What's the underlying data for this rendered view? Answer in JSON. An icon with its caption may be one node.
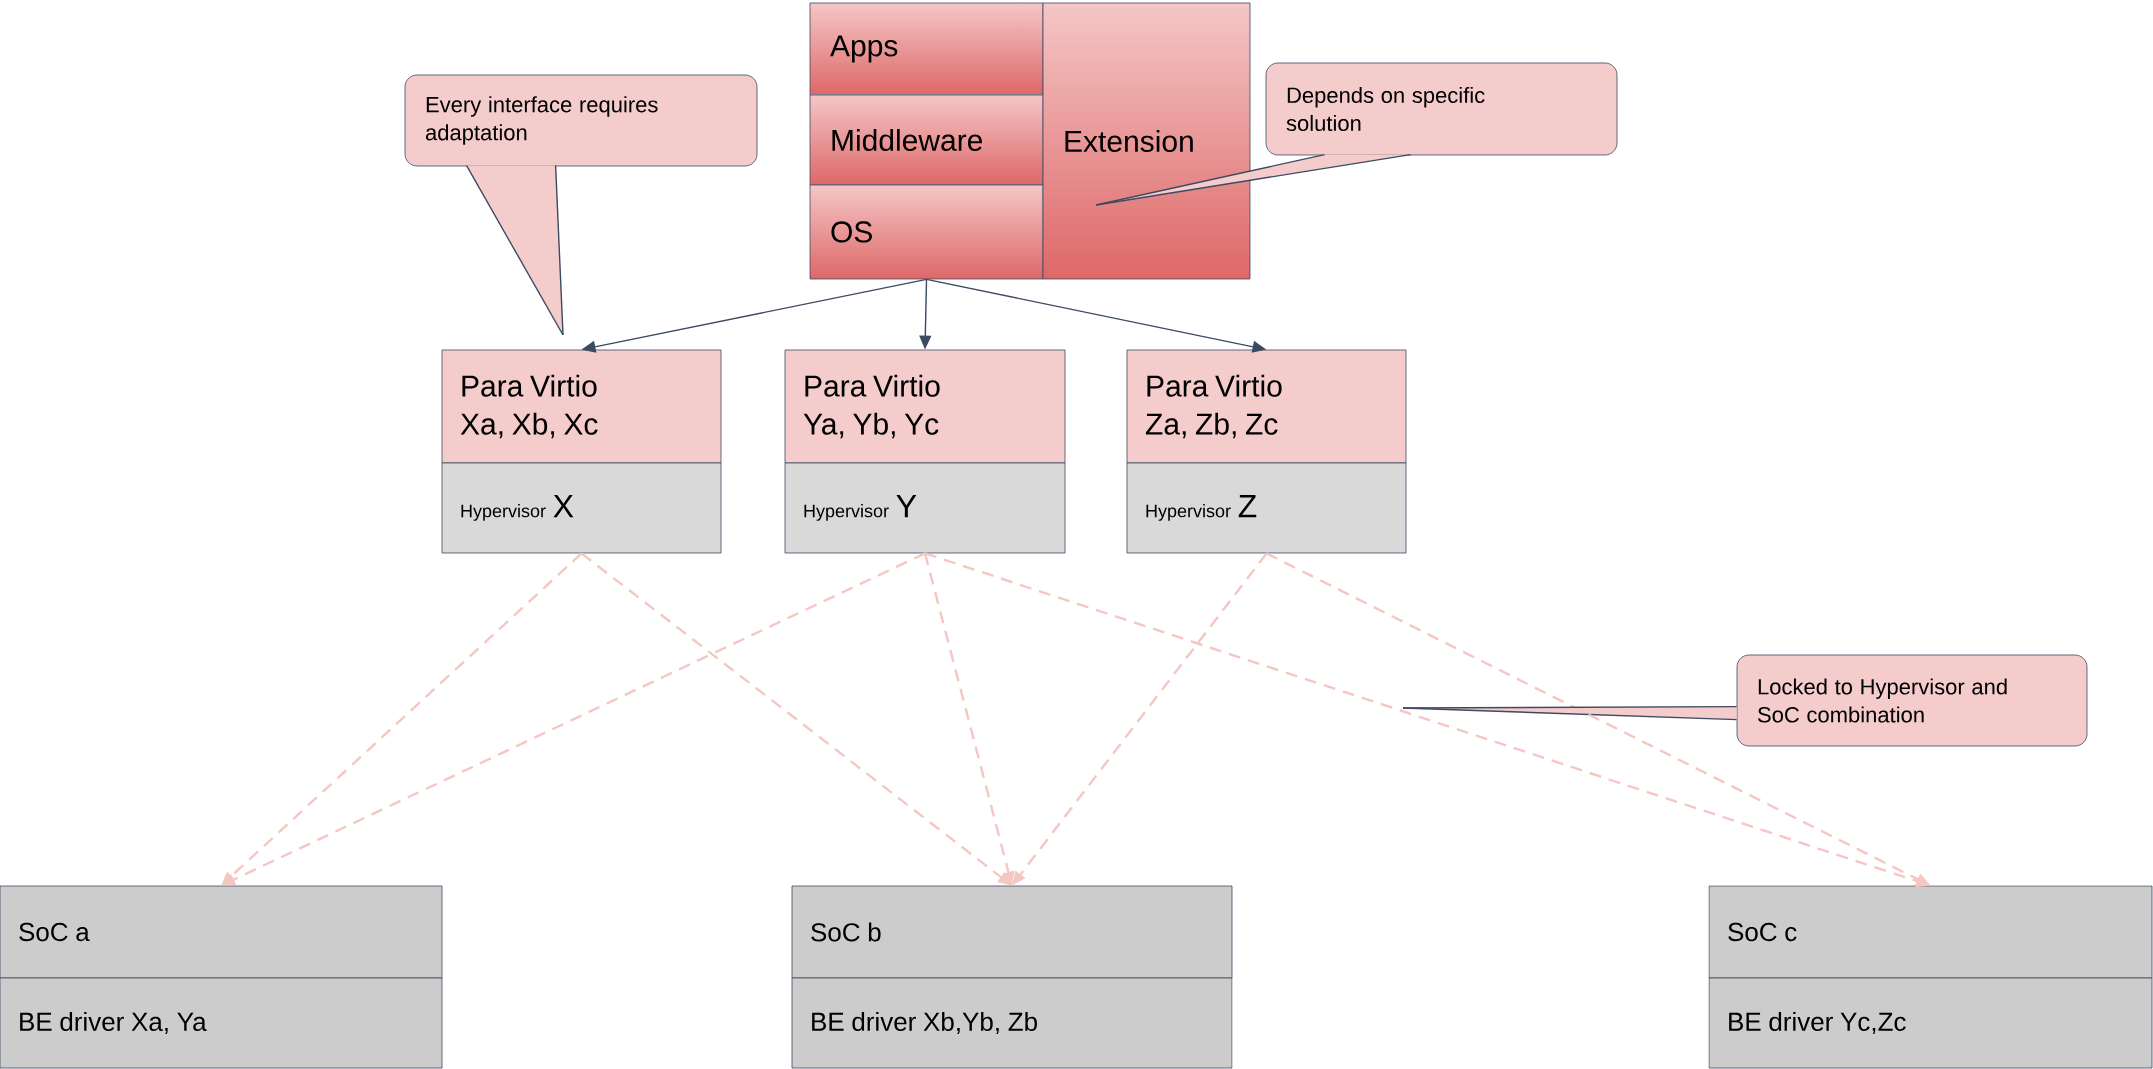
{
  "diagram": {
    "nodes": [
      {
        "text": [
          "Apps"
        ]
      },
      {
        "text": [
          "Middleware"
        ]
      },
      {
        "text": [
          "OS"
        ]
      },
      {
        "text": [
          "Extension"
        ]
      },
      {
        "text": [
          "Para Virtio Xa, Xb, Xc"
        ]
      },
      {
        "text": [
          "Hypervisor",
          "X"
        ]
      },
      {
        "text": [
          "Para Virtio Ya, Yb, Yc"
        ]
      },
      {
        "text": [
          "Hypervisor",
          "Y"
        ]
      },
      {
        "text": [
          "Para Virtio Za, Zb, Zc"
        ]
      },
      {
        "text": [
          "Hypervisor",
          "Z"
        ]
      },
      {
        "text": [
          "SoC a"
        ]
      },
      {
        "text": [
          "BE driver Xa, Ya"
        ]
      },
      {
        "text": [
          "SoC b"
        ]
      },
      {
        "text": [
          "BE driver Xb,Yb, Zb"
        ]
      },
      {
        "text": [
          "SoC c"
        ]
      },
      {
        "text": [
          "BE driver Yc,Zc"
        ]
      },
      {
        "text": [
          "Every interface requires adaptation"
        ]
      },
      {
        "text": [
          "Depends on specific solution"
        ]
      },
      {
        "text": [
          "Locked to Hypervisor and SoC combination"
        ]
      }
    ],
    "edges": [
      {
        "from": 2,
        "to": 4,
        "arrow": "to",
        "color": "#3c4a62"
      },
      {
        "from": 2,
        "to": 6,
        "arrow": "to",
        "color": "#3c4a62"
      },
      {
        "from": 2,
        "to": 8,
        "arrow": "to",
        "color": "#3c4a62"
      },
      {
        "from": 5,
        "to": 10,
        "arrow": "to",
        "style": "dashed",
        "color": "#f4c7c3"
      },
      {
        "from": 5,
        "to": 12,
        "arrow": "to",
        "style": "dashed",
        "color": "#f4c7c3"
      },
      {
        "from": 7,
        "to": 10,
        "arrow": "to",
        "style": "dashed",
        "color": "#f4c7c3"
      },
      {
        "from": 7,
        "to": 12,
        "arrow": "to",
        "style": "dashed",
        "color": "#f4c7c3"
      },
      {
        "from": 7,
        "to": 14,
        "arrow": "to",
        "style": "dashed",
        "color": "#f4c7c3"
      },
      {
        "from": 9,
        "to": 12,
        "arrow": "to",
        "style": "dashed",
        "color": "#f4c7c3"
      },
      {
        "from": 9,
        "to": 14,
        "arrow": "to",
        "style": "dashed",
        "color": "#f4c7c3"
      },
      {
        "from": 16,
        "to": null,
        "arrow": "none",
        "color": "#3c4a62"
      },
      {
        "from": 17,
        "to": 3,
        "arrow": "none",
        "color": "#3c4a62"
      },
      {
        "from": 18,
        "to": null,
        "arrow": "none",
        "color": "#3c4a62"
      }
    ]
  }
}
